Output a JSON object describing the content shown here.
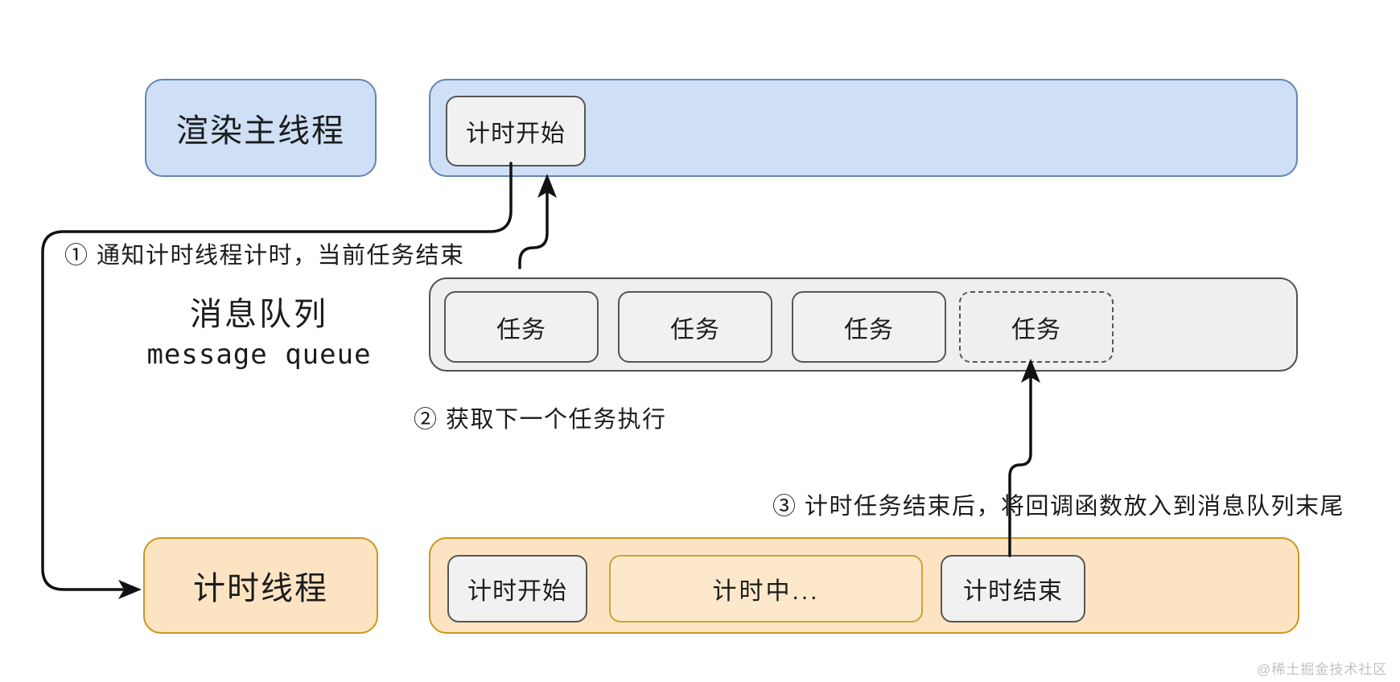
{
  "colors": {
    "blue_fill": "#cfe0f6",
    "blue_border": "#6385b6",
    "gray_fill": "#efefef",
    "gray_border": "#4f4f4f",
    "chip_fill": "#f1f1f1",
    "chip_border": "#565656",
    "orange_fill": "#fce4c3",
    "orange_border": "#c9961f",
    "timing_fill": "#fde8cb",
    "timing_border": "#cda235",
    "arrow_line": "#111111",
    "text": "#1c1c1c",
    "watermark": "#c2c2c2"
  },
  "render_thread": {
    "label": "渲染主线程",
    "timer_start": "计时开始"
  },
  "message_queue": {
    "label_zh": "消息队列",
    "label_en": "message queue",
    "tasks": [
      "任务",
      "任务",
      "任务"
    ],
    "pending_task": "任务"
  },
  "timer_thread": {
    "label": "计时线程",
    "timer_start": "计时开始",
    "timing": "计时中...",
    "timer_end": "计时结束"
  },
  "annotations": {
    "step1": "① 通知计时线程计时，当前任务结束",
    "step2": "② 获取下一个任务执行",
    "step3": "③ 计时任务结束后，将回调函数放入到消息队列末尾"
  },
  "watermark": "@稀土掘金技术社区"
}
